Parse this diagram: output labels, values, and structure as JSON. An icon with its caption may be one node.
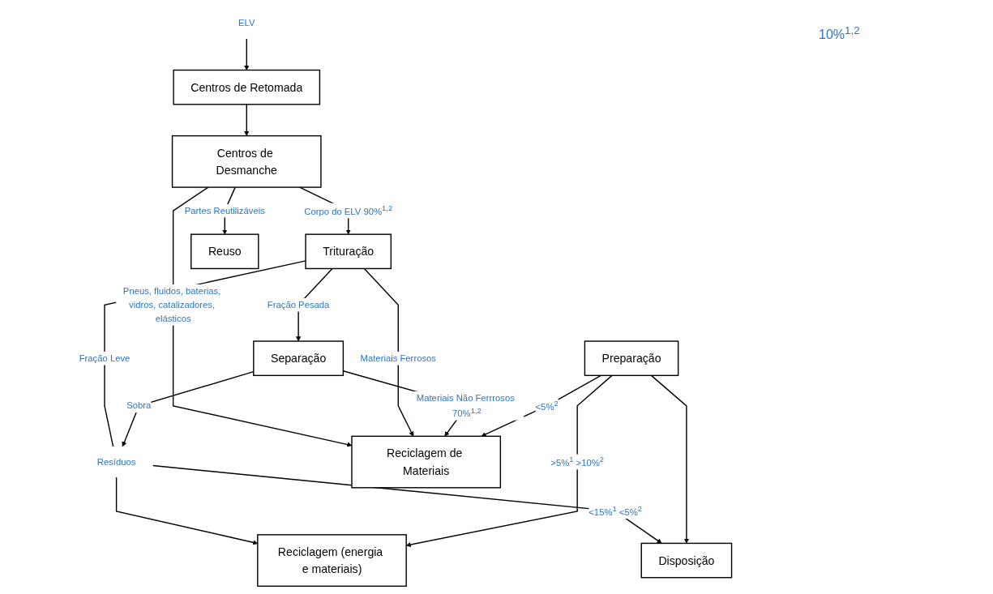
{
  "diagram": {
    "nodes": [
      {
        "text": [
          "Centros de Retomada"
        ]
      },
      {
        "text": [
          "ELV"
        ]
      },
      {
        "text": [
          "Centros de Desmanche"
        ]
      },
      {
        "text": [
          "Trituração"
        ]
      },
      {
        "text": [
          "Separação"
        ]
      },
      {
        "text": [
          "Resíduos"
        ]
      },
      {
        "text": [
          "Preparação"
        ]
      },
      {
        "text": [
          "Reuso"
        ]
      },
      {
        "text": [
          "Reciclagem de Materiais"
        ]
      },
      {
        "text": [
          "Reciclagem (energia e materiais)"
        ]
      },
      {
        "text": [
          "Disposição"
        ]
      }
    ],
    "edges": [
      {
        "from": 1,
        "to": 0,
        "arrow": "to"
      },
      {
        "from": 0,
        "to": 2,
        "arrow": "to"
      },
      {
        "from": 2,
        "to": 3,
        "label": "Corpo do ELV 90%$^{1,2}$",
        "arrow": "to"
      },
      {
        "from": 2,
        "to": 7,
        "label": "Partes Reutilizáveis",
        "arrow": "to"
      },
      {
        "from": 2,
        "to": 8,
        "label": "Pneus, fluidos, baterias, vidros, catalizadores, elásticos",
        "arrow": "to"
      },
      {
        "from": 3,
        "to": 8,
        "label": "Materiais Ferrosos",
        "arrow": "to"
      },
      {
        "from": 3,
        "to": 4,
        "label": "Fração Pesada",
        "arrow": "to"
      },
      {
        "from": 3,
        "to": 5,
        "label": "Fração Leve",
        "arrow": "none"
      },
      {
        "from": 4,
        "to": 8,
        "label": "Materiais Não Ferrrosos 70%$^{1,2}$",
        "arrow": "to"
      },
      {
        "from": 4,
        "to": 5,
        "label": "Sobra",
        "arrow": "to"
      },
      {
        "from": 5,
        "to": 9,
        "arrow": "to"
      },
      {
        "from": 5,
        "to": 10,
        "label": "<15%$^{1}$ <5%$^{2}$",
        "arrow": "to"
      },
      {
        "from": 6,
        "to": 8,
        "label": "<5%$^{2}$",
        "arrow": "to"
      },
      {
        "from": 6,
        "to": 9,
        "label": ">5%$^{1}$ >10%$^{2}$",
        "arrow": "to"
      },
      {
        "from": 6,
        "to": 10,
        "arrow": "to"
      }
    ],
    "labels": [
      "10%$^{1,2}$"
    ]
  }
}
